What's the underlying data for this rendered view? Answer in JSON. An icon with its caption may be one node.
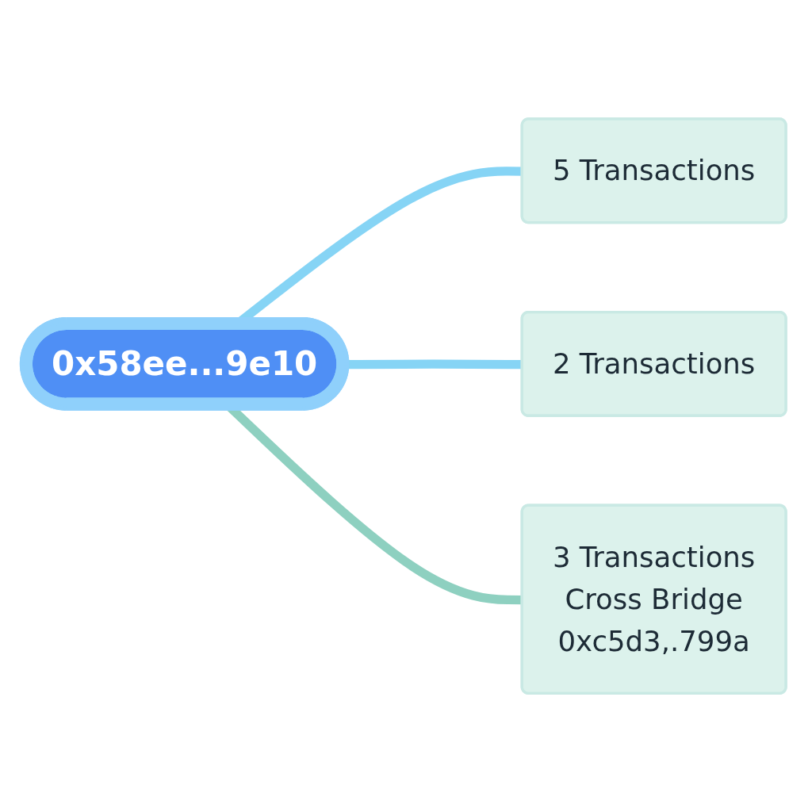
{
  "diagram": {
    "nodes": [
      {
        "text": [
          "0x58ee...9e10"
        ]
      },
      {
        "text": [
          "5 Transactions"
        ]
      },
      {
        "text": [
          "2 Transactions"
        ]
      },
      {
        "text": [
          "3 Transactions",
          "Cross Bridge",
          "0xc5d3,.799a"
        ]
      }
    ],
    "edges": [
      {
        "from": 0,
        "to": 1,
        "arrow": "none"
      },
      {
        "from": 0,
        "to": 2,
        "arrow": "none"
      },
      {
        "from": 0,
        "to": 3,
        "arrow": "none",
        "color": "#8ed0c0"
      }
    ]
  }
}
